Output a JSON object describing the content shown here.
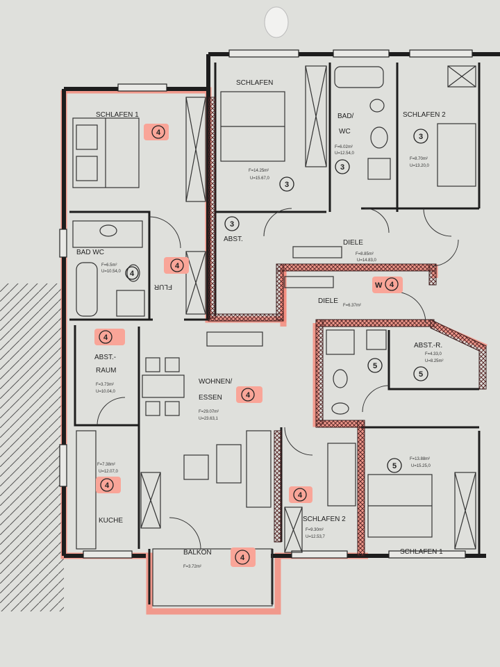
{
  "rooms": {
    "schlafen1_left": {
      "name": "SCHLAFEN 1",
      "badge": "4"
    },
    "schlafen_top": {
      "name": "SCHLAFEN",
      "area": "F=14.25m²",
      "perimeter": "U=15.67,0",
      "badge": "3"
    },
    "bad_wc_top": {
      "name_line1": "BAD/",
      "name_line2": "WC",
      "area": "F=6.02m²",
      "perimeter": "U=12.54,0",
      "badge": "3"
    },
    "schlafen2_top": {
      "name": "SCHLAFEN 2",
      "area": "F=8.70m²",
      "perimeter": "U=13.20,0",
      "badge": "3"
    },
    "abst_top": {
      "name": "ABST.",
      "badge": "3"
    },
    "diele_top": {
      "name": "DIELE",
      "area": "F=8.85m²",
      "perimeter": "U=14.83,0"
    },
    "diele_mid": {
      "name": "DIELE",
      "area": "F=6.37m²",
      "badge": "4"
    },
    "bad_wc_left": {
      "name": "BAD WC",
      "area": "F=6.5m²",
      "perimeter": "U=10.54,0",
      "badge": "4"
    },
    "flur": {
      "name": "FLUR",
      "badge": "4"
    },
    "abst_raum": {
      "name_line1": "ABST.-",
      "name_line2": "RAUM",
      "area": "F=3.73m²",
      "perimeter": "U=10.04,0",
      "badge": "4"
    },
    "wohnen": {
      "name_line1": "WOHNEN/",
      "name_line2": "ESSEN",
      "area": "F=29.07m²",
      "perimeter": "U=23.63,1",
      "badge": "4"
    },
    "abst_r": {
      "name": "ABST.-R.",
      "area": "F=4.33,0",
      "perimeter": "U=8.25m²",
      "badge": "5"
    },
    "bath5": {
      "badge": "5"
    },
    "schlafen1_right": {
      "name": "SCHLAFEN 1",
      "area": "F=13.88m²",
      "perimeter": "U=15.25,0",
      "badge": "5"
    },
    "kueche": {
      "name": "KUCHE",
      "area": "F=7.38m²",
      "perimeter": "U=12.07,0",
      "badge": "4"
    },
    "schlafen2_bottom": {
      "name": "SCHLAFEN 2",
      "area": "F=9.30m²",
      "perimeter": "U=12.53,7",
      "badge": "4"
    },
    "balkon": {
      "name": "BALKON",
      "area": "F=3.72m²",
      "badge": "4"
    }
  },
  "marks": {
    "w": "W"
  },
  "colors": {
    "highlight": "#f48c7e",
    "wall": "#1d1d1d",
    "paper": "#dfe0dc"
  }
}
